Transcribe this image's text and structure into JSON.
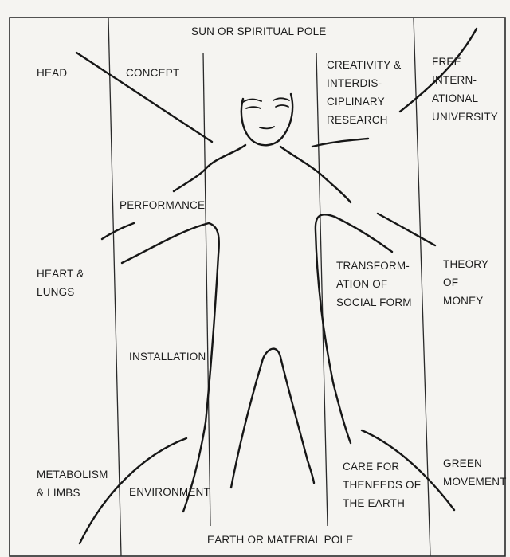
{
  "poles": {
    "top": "SUN OR SPIRITUAL POLE",
    "bottom": "EARTH OR MATERIAL POLE"
  },
  "labels": {
    "head": "HEAD",
    "concept": "CONCEPT",
    "creativity": "CREATIVITY &\nINTERDIS-\nCIPLINARY\nRESEARCH",
    "free_university": "FREE\nINTERN-\nATIONAL\nUNIVERSITY",
    "performance": "PERFORMANCE",
    "heart_lungs": "HEART &\nLUNGS",
    "transformation": "TRANSFORM-\nATION OF\nSOCIAL FORM",
    "theory_money": "THEORY\nOF\nMONEY",
    "installation": "INSTALLATION",
    "metabolism": "METABOLISM\n& LIMBS",
    "environment": "ENVIRONMENT",
    "care_earth": "CARE FOR\nTHENEEDS OF\nTHE EARTH",
    "green_movement": "GREEN\nMOVEMENT"
  }
}
